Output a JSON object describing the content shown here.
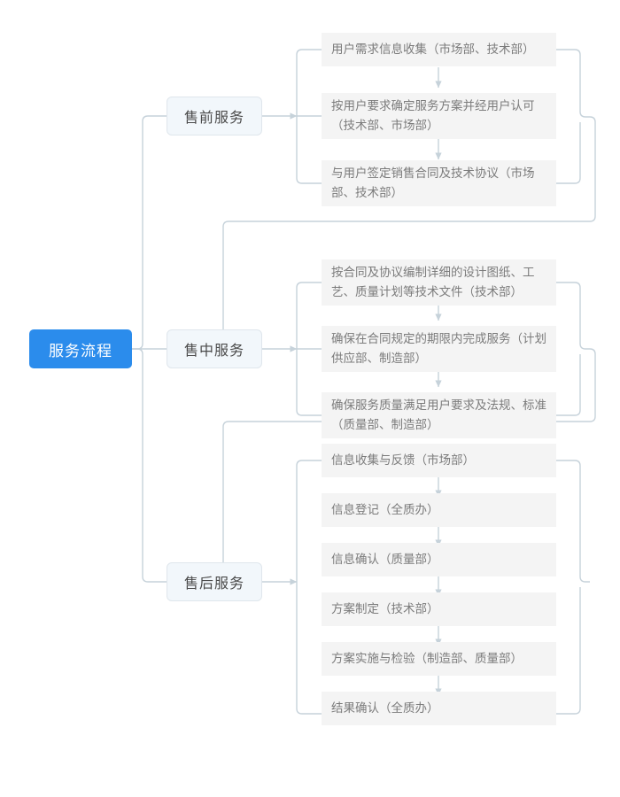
{
  "diagram": {
    "title": "服务流程",
    "type": "flowchart",
    "root": {
      "label": "服务流程",
      "color": "#2b8cec",
      "text_color": "#ffffff"
    },
    "branch_color": "#f2f7fb",
    "branch_border": "#dfe6ec",
    "leaf_color": "#f4f4f4",
    "connector_color": "#c6d2da",
    "branches": [
      {
        "label": "售前服务",
        "steps": [
          "用户需求信息收集（市场部、技术部）",
          "按用户要求确定服务方案并经用户认可（技术部、市场部）",
          "与用户签定销售合同及技术协议（市场部、技术部）"
        ]
      },
      {
        "label": "售中服务",
        "steps": [
          "按合同及协议编制详细的设计图纸、工艺、质量计划等技术文件（技术部）",
          "确保在合同规定的期限内完成服务（计划供应部、制造部）",
          "确保服务质量满足用户要求及法规、标准（质量部、制造部）"
        ]
      },
      {
        "label": "售后服务",
        "steps": [
          "信息收集与反馈（市场部）",
          "信息登记（全质办）",
          "信息确认（质量部）",
          "方案制定（技术部）",
          "方案实施与检验（制造部、质量部）",
          "结果确认（全质办）"
        ]
      }
    ]
  }
}
